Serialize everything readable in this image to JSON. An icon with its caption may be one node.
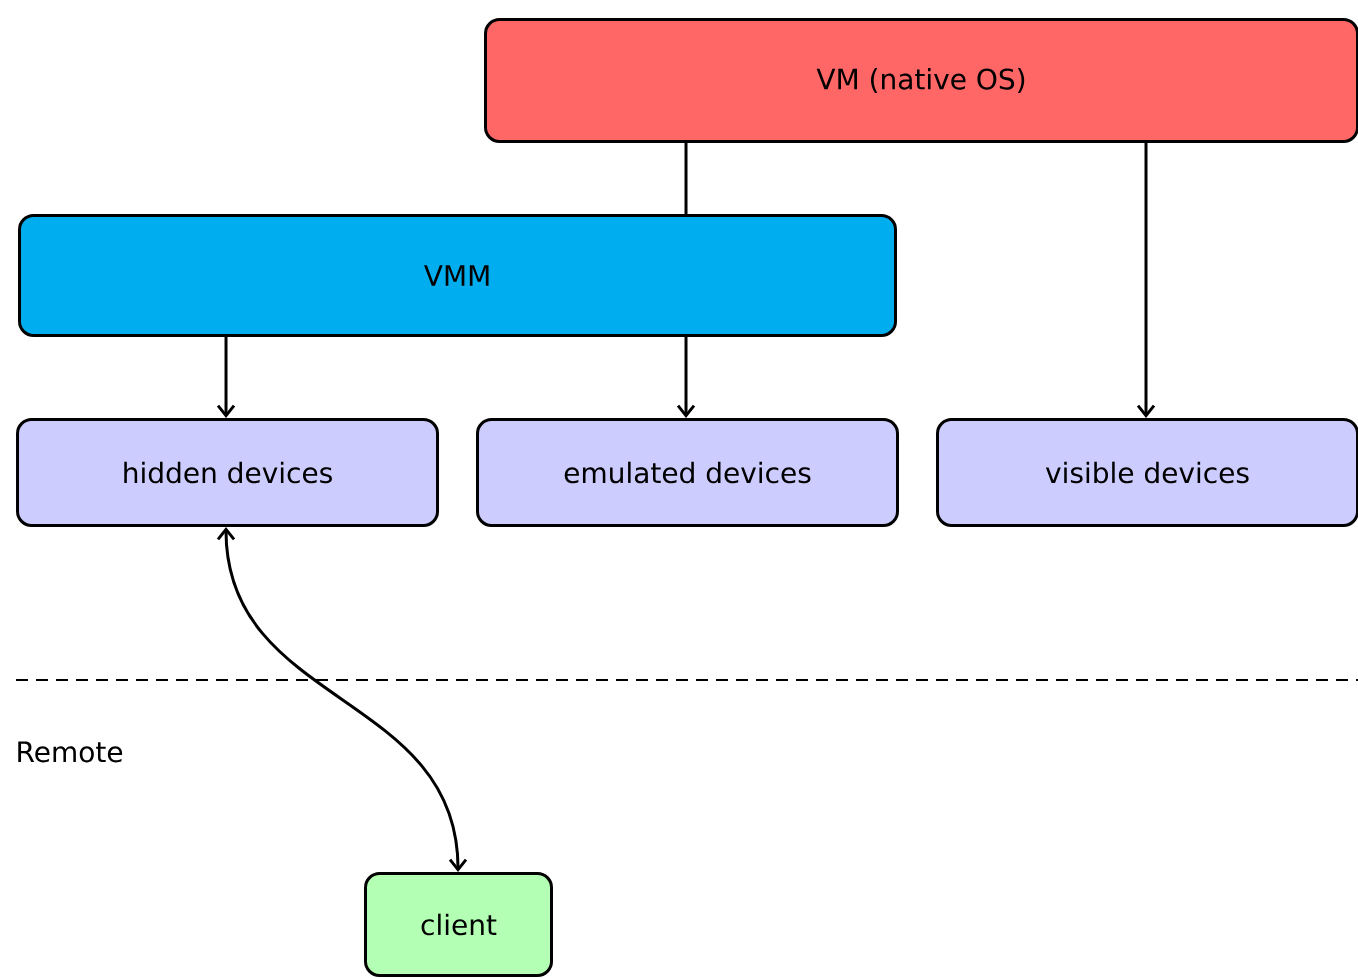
{
  "diagram": {
    "nodes": [
      {
        "text": [
          "VM (native OS)"
        ]
      },
      {
        "text": [
          "VMM"
        ]
      },
      {
        "text": [
          "hidden devices"
        ]
      },
      {
        "text": [
          "emulated devices"
        ]
      },
      {
        "text": [
          "visible devices"
        ]
      },
      {
        "text": [
          "client"
        ]
      }
    ],
    "edges": [
      {
        "from": 0,
        "to": 1,
        "arrow": "none"
      },
      {
        "from": 1,
        "to": 2,
        "arrow": "to"
      },
      {
        "from": 1,
        "to": 3,
        "arrow": "to"
      },
      {
        "from": 0,
        "to": 4,
        "arrow": "to"
      },
      {
        "from": 2,
        "to": 5,
        "arrow": "both"
      }
    ],
    "labels": [
      "Remote"
    ]
  }
}
